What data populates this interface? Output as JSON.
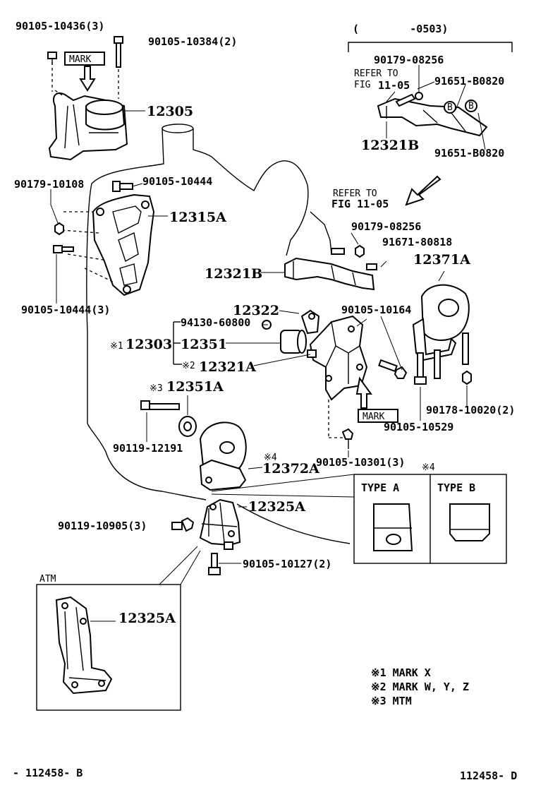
{
  "labels": {
    "bolt_top_left": "90105-10436(3)",
    "bolt_top_right": "90105-10384(2)",
    "mark_top": "MARK",
    "mount_12305": "12305",
    "range_0503": "(        -0503)",
    "nut_08256_top": "90179-08256",
    "refer_to_1": "REFER TO",
    "fig_1105_1": "FIG",
    "fig_1105_1b": "11-05",
    "clip_b0820_a": "91651-B0820",
    "bracket_12321B_top": "12321B",
    "clip_b0820_b": "91651-B0820",
    "nut_10108": "90179-10108",
    "bolt_10444": "90105-10444",
    "bracket_12315A": "12315A",
    "refer_to_2": "REFER TO",
    "fig_1105_2": "FIG 11-05",
    "nut_08256_mid": "90179-08256",
    "bolt_80818": "91671-80818",
    "mount_12371A": "12371A",
    "bracket_12321B_mid": "12321B",
    "bolt_10444_3": "90105-10444(3)",
    "part_12322": "12322",
    "bolt_10164": "90105-10164",
    "nut_60800": "94130-60800",
    "note_1_ref": "※1",
    "part_12303": "12303",
    "part_12351": "12351",
    "note_2_ref": "※2",
    "part_12321A": "12321A",
    "note_3_ref": "※3",
    "part_12351A": "12351A",
    "mark_mid": "MARK",
    "nut_10020": "90178-10020(2)",
    "bolt_10529": "90105-10529",
    "bolt_12191": "90119-12191",
    "note_4_ref_a": "※4",
    "mount_12372A": "12372A",
    "bolt_10301": "90105-10301(3)",
    "note_4_ref_b": "※4",
    "type_a": "TYPE A",
    "type_b": "TYPE B",
    "bracket_12325A": "12325A",
    "bolt_10905": "90119-10905(3)",
    "bolt_10127": "90105-10127(2)",
    "atm": "ATM",
    "bracket_12325A_atm": "12325A",
    "note_1": "※1  MARK X",
    "note_2": "※2  MARK W, Y, Z",
    "note_3": "※3  MTM",
    "footer_left": "- 112458- B",
    "footer_right": "112458- D"
  }
}
